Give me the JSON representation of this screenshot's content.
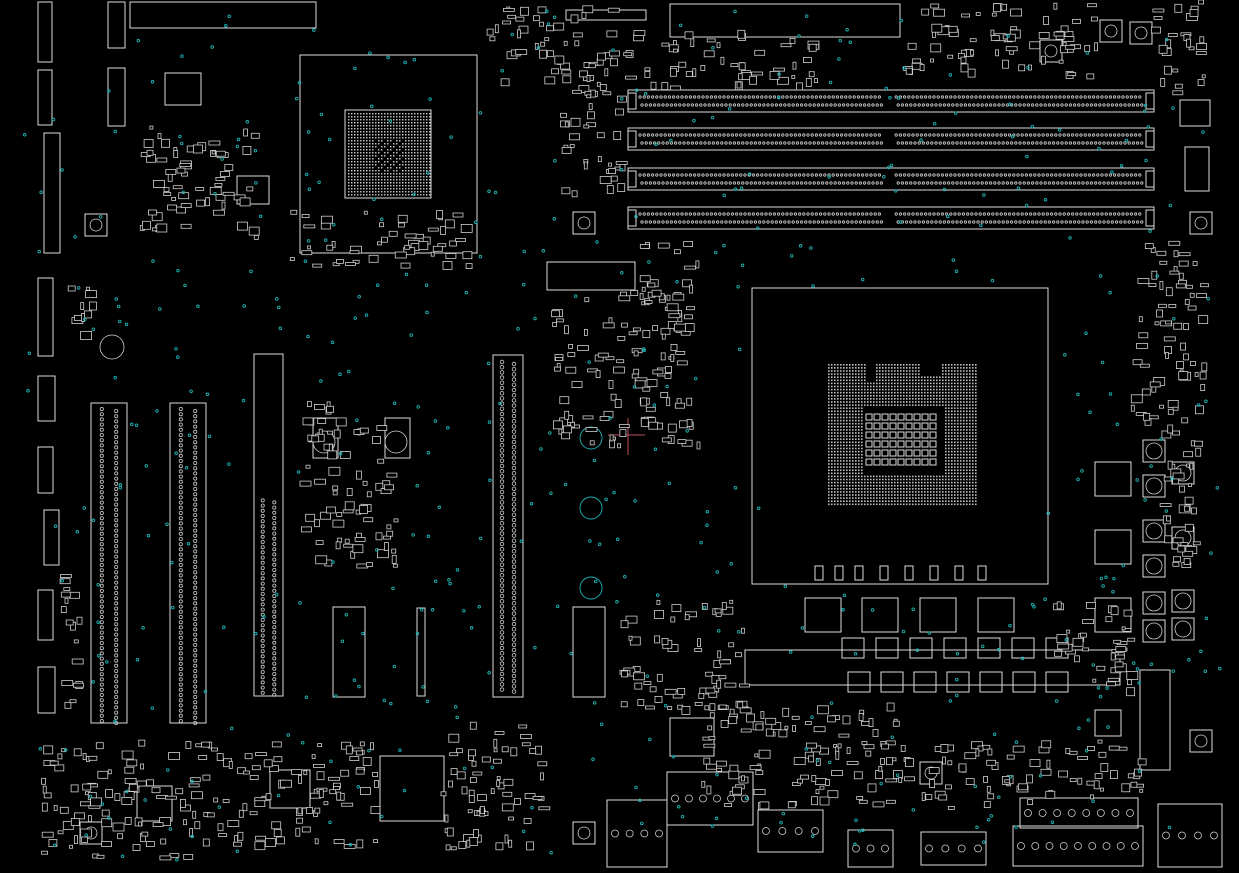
{
  "view": {
    "type": "pcb-component-layout",
    "background_color": "#000000",
    "outline_color": "#dcdcdc",
    "via_color": "#1fb3b3",
    "accent_color": "#c0505a"
  },
  "major_components": [
    {
      "name": "cpu-socket",
      "kind": "socket"
    },
    {
      "name": "chipset-bga",
      "kind": "bga"
    },
    {
      "name": "dimm-slot",
      "kind": "connector",
      "count": 4
    },
    {
      "name": "pcie-slot",
      "kind": "connector",
      "count": 3
    },
    {
      "name": "atx-power-connector",
      "kind": "connector"
    },
    {
      "name": "sata-header",
      "kind": "connector"
    },
    {
      "name": "rear-io-ports",
      "kind": "connector"
    },
    {
      "name": "vrm-chokes",
      "kind": "inductor"
    },
    {
      "name": "vrm-mosfets",
      "kind": "transistor"
    }
  ]
}
